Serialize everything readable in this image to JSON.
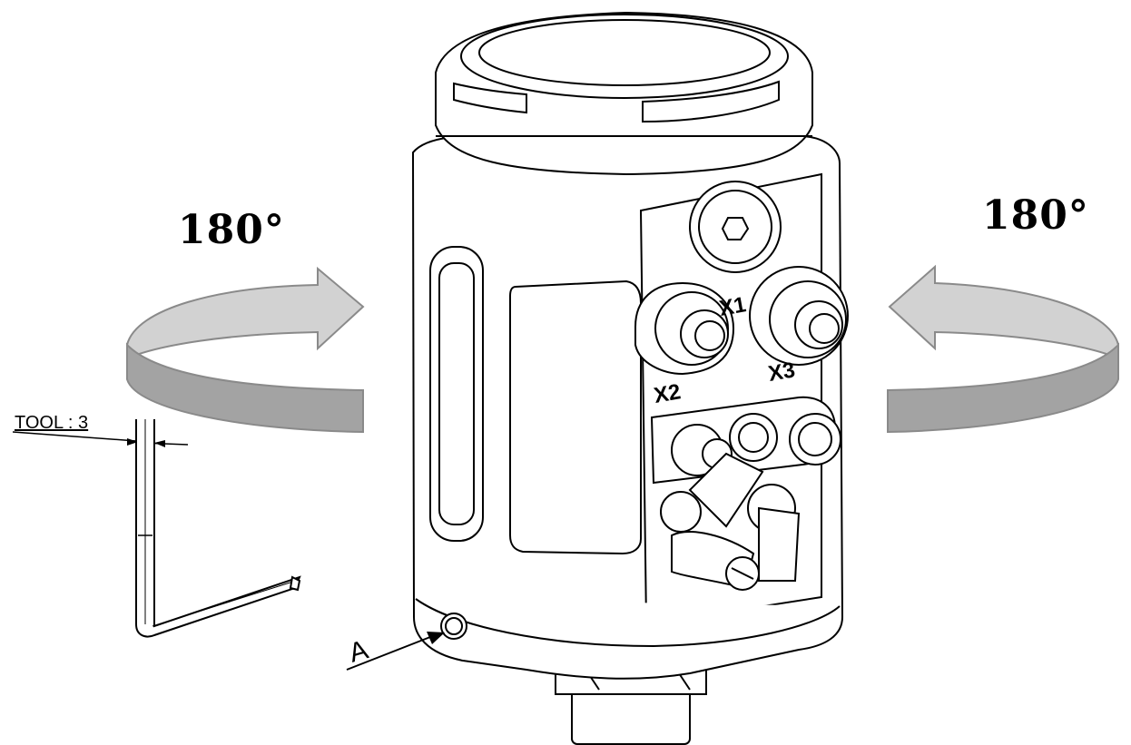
{
  "rotation": {
    "left_label": "180°",
    "right_label": "180°"
  },
  "tool": {
    "label": "TOOL : 3"
  },
  "callout": {
    "label": "A"
  },
  "ports": {
    "x1": "X1",
    "x2": "X2",
    "x3": "X3"
  },
  "colors": {
    "arrow_fill": "#c4c4c4",
    "arrow_shade": "#9a9a9a",
    "line": "#000000"
  }
}
